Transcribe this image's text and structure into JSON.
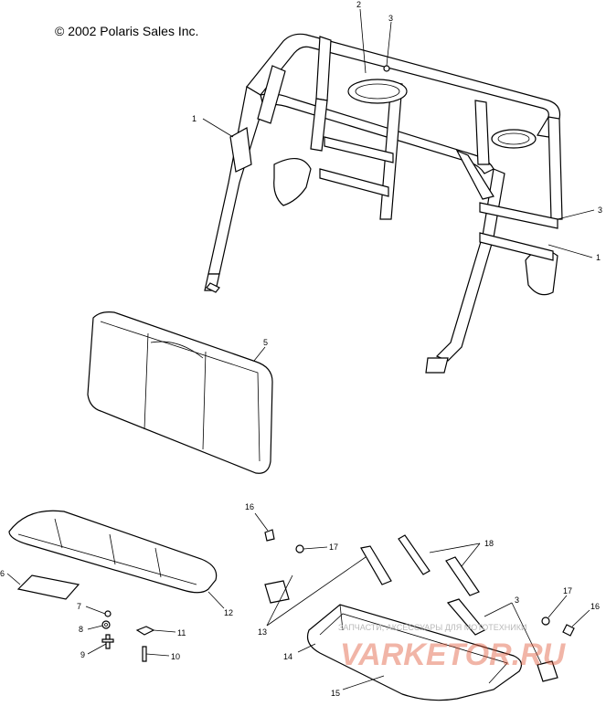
{
  "copyright": "© 2002 Polaris Sales Inc.",
  "callouts": {
    "c1a": "1",
    "c1b": "1",
    "c2": "2",
    "c3a": "3",
    "c3b": "3",
    "c3c": "3",
    "c5": "5",
    "c6": "6",
    "c7": "7",
    "c8": "8",
    "c9": "9",
    "c10": "10",
    "c11": "11",
    "c12": "12",
    "c13": "13",
    "c14": "14",
    "c15": "15",
    "c16a": "16",
    "c16b": "16",
    "c17a": "17",
    "c17b": "17",
    "c18": "18"
  },
  "watermark": {
    "tagline": "ЗАПЧАСТИ, АКСЕССУАРЫ ДЛЯ МОТОТЕХНИКИ",
    "logo": "VARKETOR.RU"
  }
}
